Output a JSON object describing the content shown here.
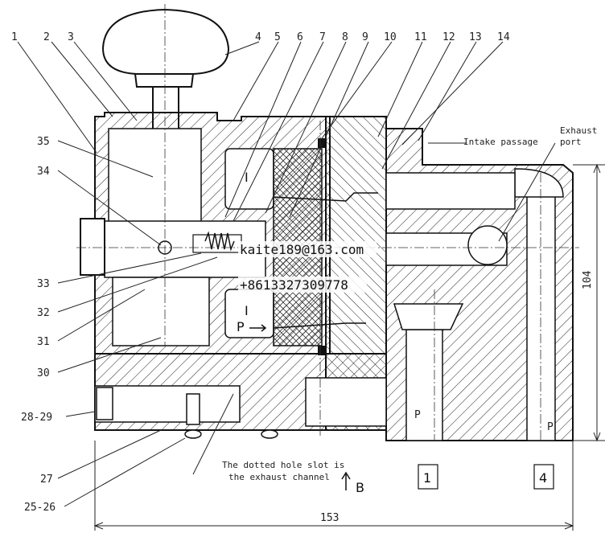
{
  "diagram": {
    "part_numbers_top": [
      "1",
      "2",
      "3",
      "4",
      "5",
      "6",
      "7",
      "8",
      "9",
      "10",
      "11",
      "12",
      "13",
      "14"
    ],
    "part_numbers_left": [
      "35",
      "34",
      "33",
      "32",
      "31",
      "30",
      "28-29",
      "27",
      "25-26"
    ],
    "annotations": {
      "intake": "Intake passage",
      "exhaust_line1": "Exhaust",
      "exhaust_line2": "port",
      "dotted_line1": "The dotted hole slot is",
      "dotted_line2": "the exhaust channel"
    },
    "watermark": {
      "email": "kaite189@163.com",
      "phone": "+8613327309778"
    },
    "dimensions": {
      "height": "104",
      "width": "153"
    },
    "chamber_labels": {
      "upper": "I",
      "lower": "I",
      "pressure": "P"
    },
    "port_labels": {
      "p_left": "P",
      "p_right": "P",
      "view_b": "B",
      "box1": "1",
      "box4": "4"
    }
  }
}
